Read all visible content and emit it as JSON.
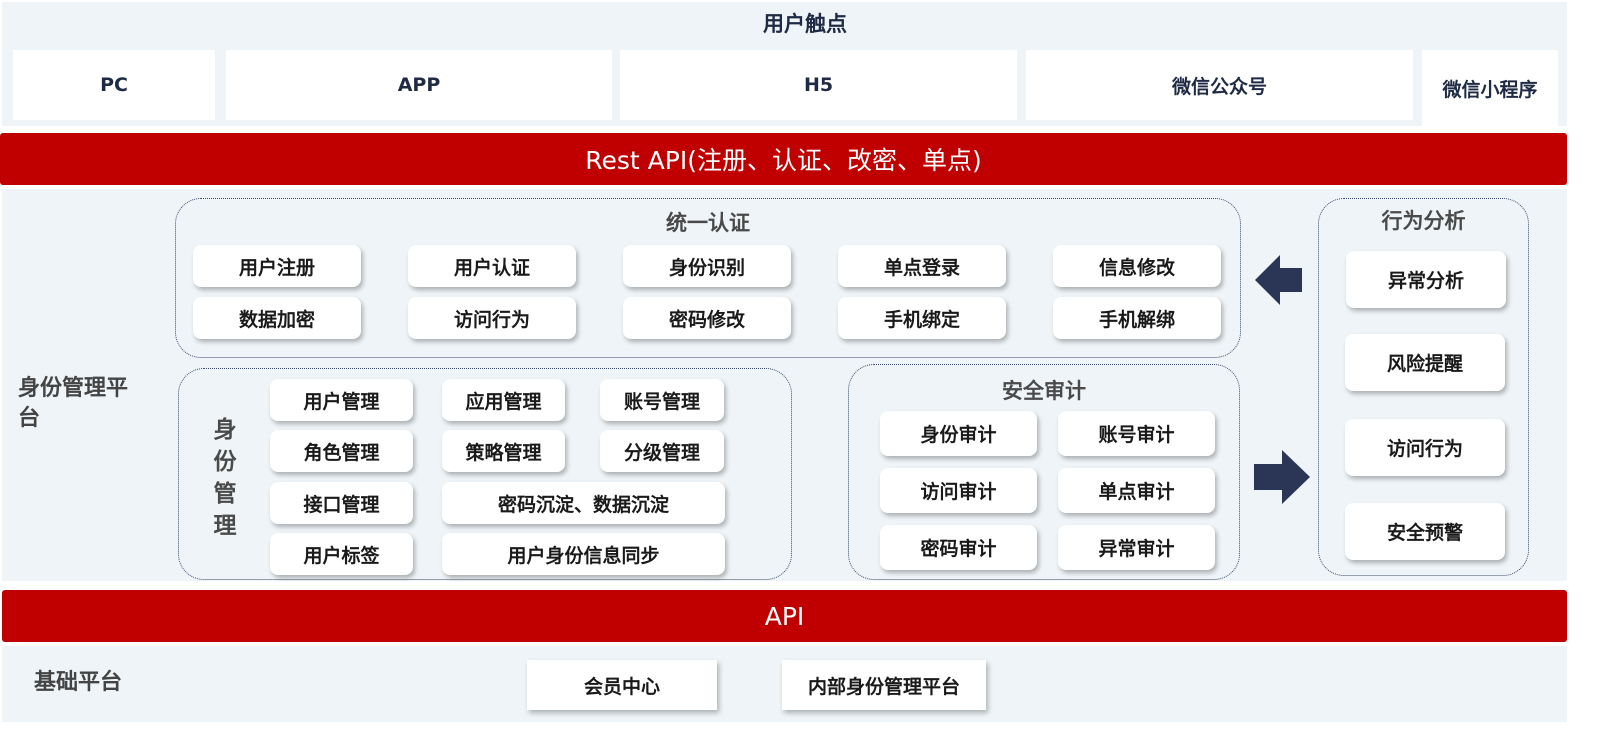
{
  "touchpoints": {
    "title": "用户触点",
    "items": [
      "PC",
      "APP",
      "H5",
      "微信公众号",
      "微信小程序"
    ]
  },
  "rest_api": {
    "label": "Rest API(注册、认证、改密、单点)"
  },
  "platform": {
    "label": "身份管理平台",
    "unified_auth": {
      "title": "统一认证",
      "items": [
        "用户注册",
        "用户认证",
        "身份识别",
        "单点登录",
        "信息修改",
        "数据加密",
        "访问行为",
        "密码修改",
        "手机绑定",
        "手机解绑"
      ]
    },
    "identity_mgmt": {
      "title": "身份管理",
      "items": [
        "用户管理",
        "应用管理",
        "账号管理",
        "角色管理",
        "策略管理",
        "分级管理",
        "接口管理",
        "密码沉淀、数据沉淀",
        "用户标签",
        "用户身份信息同步"
      ]
    },
    "security_audit": {
      "title": "安全审计",
      "items": [
        "身份审计",
        "账号审计",
        "访问审计",
        "单点审计",
        "密码审计",
        "异常审计"
      ]
    },
    "behavior": {
      "title": "行为分析",
      "items": [
        "异常分析",
        "风险提醒",
        "访问行为",
        "安全预警"
      ]
    }
  },
  "api": {
    "label": "API"
  },
  "base": {
    "label": "基础平台",
    "items": [
      "会员中心",
      "内部身份管理平台"
    ]
  },
  "colors": {
    "accent": "#c00000",
    "navy": "#2b3556",
    "band": "#eef4f8"
  }
}
